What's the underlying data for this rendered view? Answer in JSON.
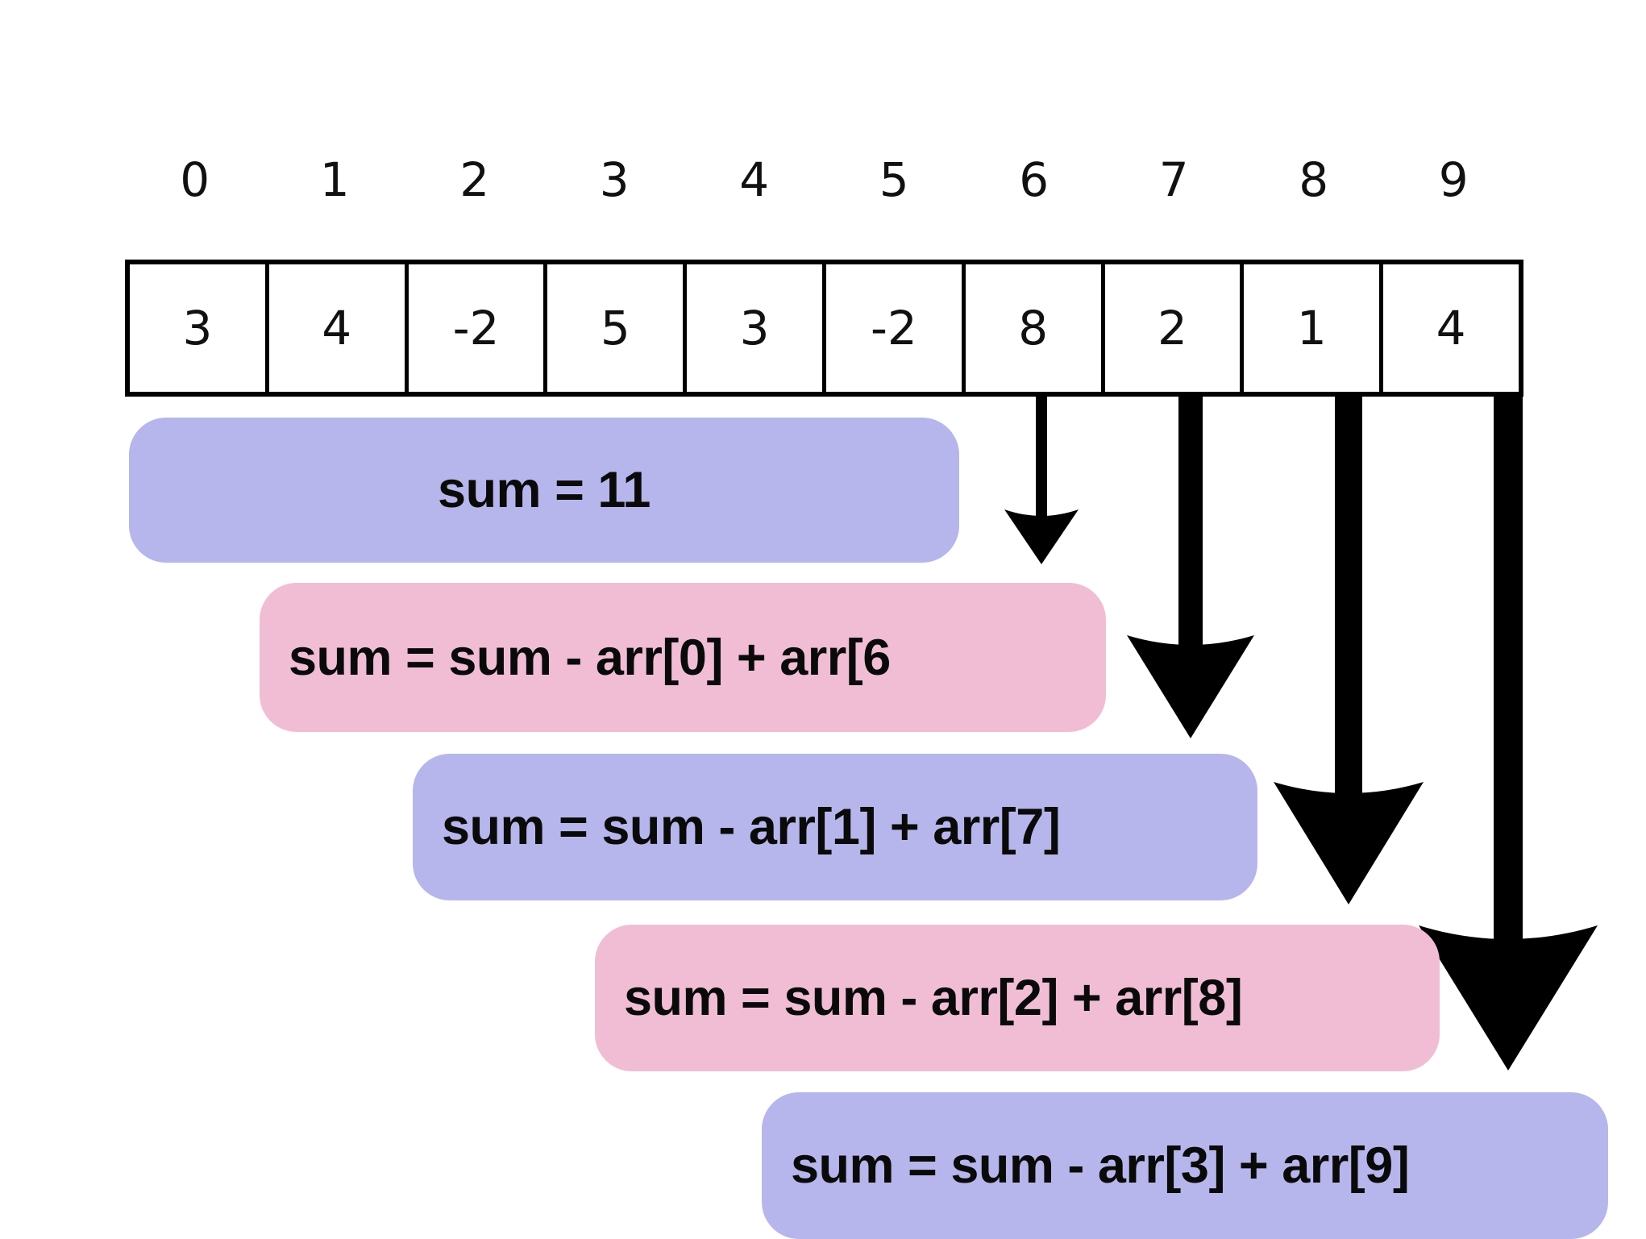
{
  "diagram": {
    "title": "Sliding window sum over array",
    "colors": {
      "lavender": "#b6b6ec",
      "pink": "#f0bdd4",
      "ink": "#000000",
      "background": "#ffffff"
    },
    "array": {
      "indices": [
        "0",
        "1",
        "2",
        "3",
        "4",
        "5",
        "6",
        "7",
        "8",
        "9"
      ],
      "values": [
        "3",
        "4",
        "-2",
        "5",
        "3",
        "-2",
        "8",
        "2",
        "1",
        "4"
      ]
    },
    "steps": [
      {
        "label": "sum = 11",
        "color": "lavender",
        "align": "center"
      },
      {
        "label": "sum = sum - arr[0] + arr[6",
        "color": "pink",
        "align": "left"
      },
      {
        "label": "sum = sum - arr[1] + arr[7]",
        "color": "lavender",
        "align": "left"
      },
      {
        "label": "sum = sum - arr[2] + arr[8]",
        "color": "pink",
        "align": "left"
      },
      {
        "label": "sum = sum - arr[3] + arr[9]",
        "color": "lavender",
        "align": "left"
      }
    ],
    "arrows": [
      {
        "from_index": "6",
        "to_step": "1"
      },
      {
        "from_index": "7",
        "to_step": "2"
      },
      {
        "from_index": "8",
        "to_step": "3"
      },
      {
        "from_index": "9",
        "to_step": "4"
      }
    ]
  }
}
